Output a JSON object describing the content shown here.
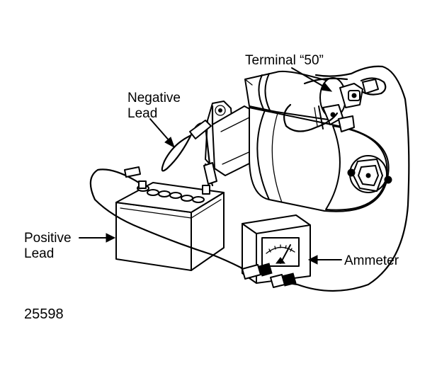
{
  "labels": {
    "terminal": "Terminal “50”",
    "negative_line1": "Negative",
    "negative_line2": "Lead",
    "positive_line1": "Positive",
    "positive_line2": "Lead",
    "ammeter": "Ammeter"
  },
  "figure_number": "25598",
  "icons": [
    "starter-motor-icon",
    "battery-icon",
    "ammeter-gauge-icon",
    "clip-icon",
    "arrow-icon"
  ]
}
